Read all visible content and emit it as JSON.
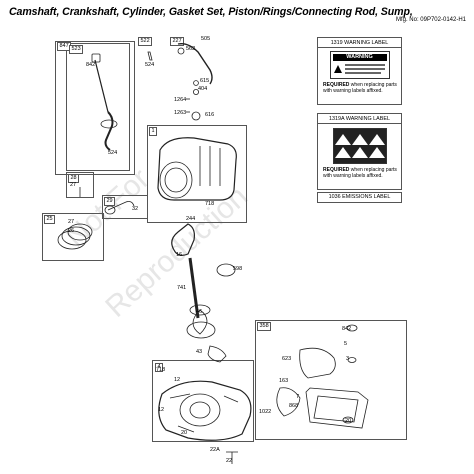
{
  "header": {
    "title": "Camshaft, Crankshaft, Cylinder, Gasket Set, Piston/Rings/Connecting Rod, Sump,",
    "mfg_no": "Mfg. No: 09P702-0142-H1"
  },
  "watermark": {
    "line1": "Not For",
    "line2": "Reproduction"
  },
  "group_tags": {
    "g847": "847",
    "g523": "523",
    "g522": "522",
    "g227": "227",
    "g1": "1",
    "g28": "28",
    "g29": "29",
    "g25": "25",
    "g358": "358",
    "g4": "4"
  },
  "part_numbers": {
    "p842": "842",
    "p524a": "524",
    "p524b": "524",
    "p505": "505",
    "p562": "562",
    "p615": "615",
    "p404": "404",
    "p1264": "1264",
    "p1263": "1263",
    "p616": "616",
    "p718a": "718",
    "p718b": "718",
    "p27a": "27",
    "p27b": "27",
    "p32": "32",
    "p26": "26",
    "p244": "244",
    "p16": "16",
    "p598": "598",
    "p741": "741",
    "p46": "46",
    "p43": "43",
    "p842b": "842",
    "p5": "5",
    "p3": "3",
    "p623": "623",
    "p163": "163",
    "p7": "7",
    "p868": "868",
    "p1022": "1022",
    "p20a": "20",
    "p12a": "12",
    "p12b": "12",
    "p20b": "20",
    "p22a": "22A",
    "p22": "22"
  },
  "warning_labels": [
    {
      "header": "1319 WARNING LABEL",
      "label_title": "WARNING",
      "required_bold": "REQUIRED",
      "required_text": "when replacing parts with warning labels affixed."
    },
    {
      "header": "1319A WARNING LABEL",
      "required_bold": "REQUIRED",
      "required_text": "when replacing parts with warning labels affixed."
    },
    {
      "header": "1036 EMISSIONS LABEL"
    }
  ],
  "icons": [
    "warning-triangle-icon"
  ]
}
